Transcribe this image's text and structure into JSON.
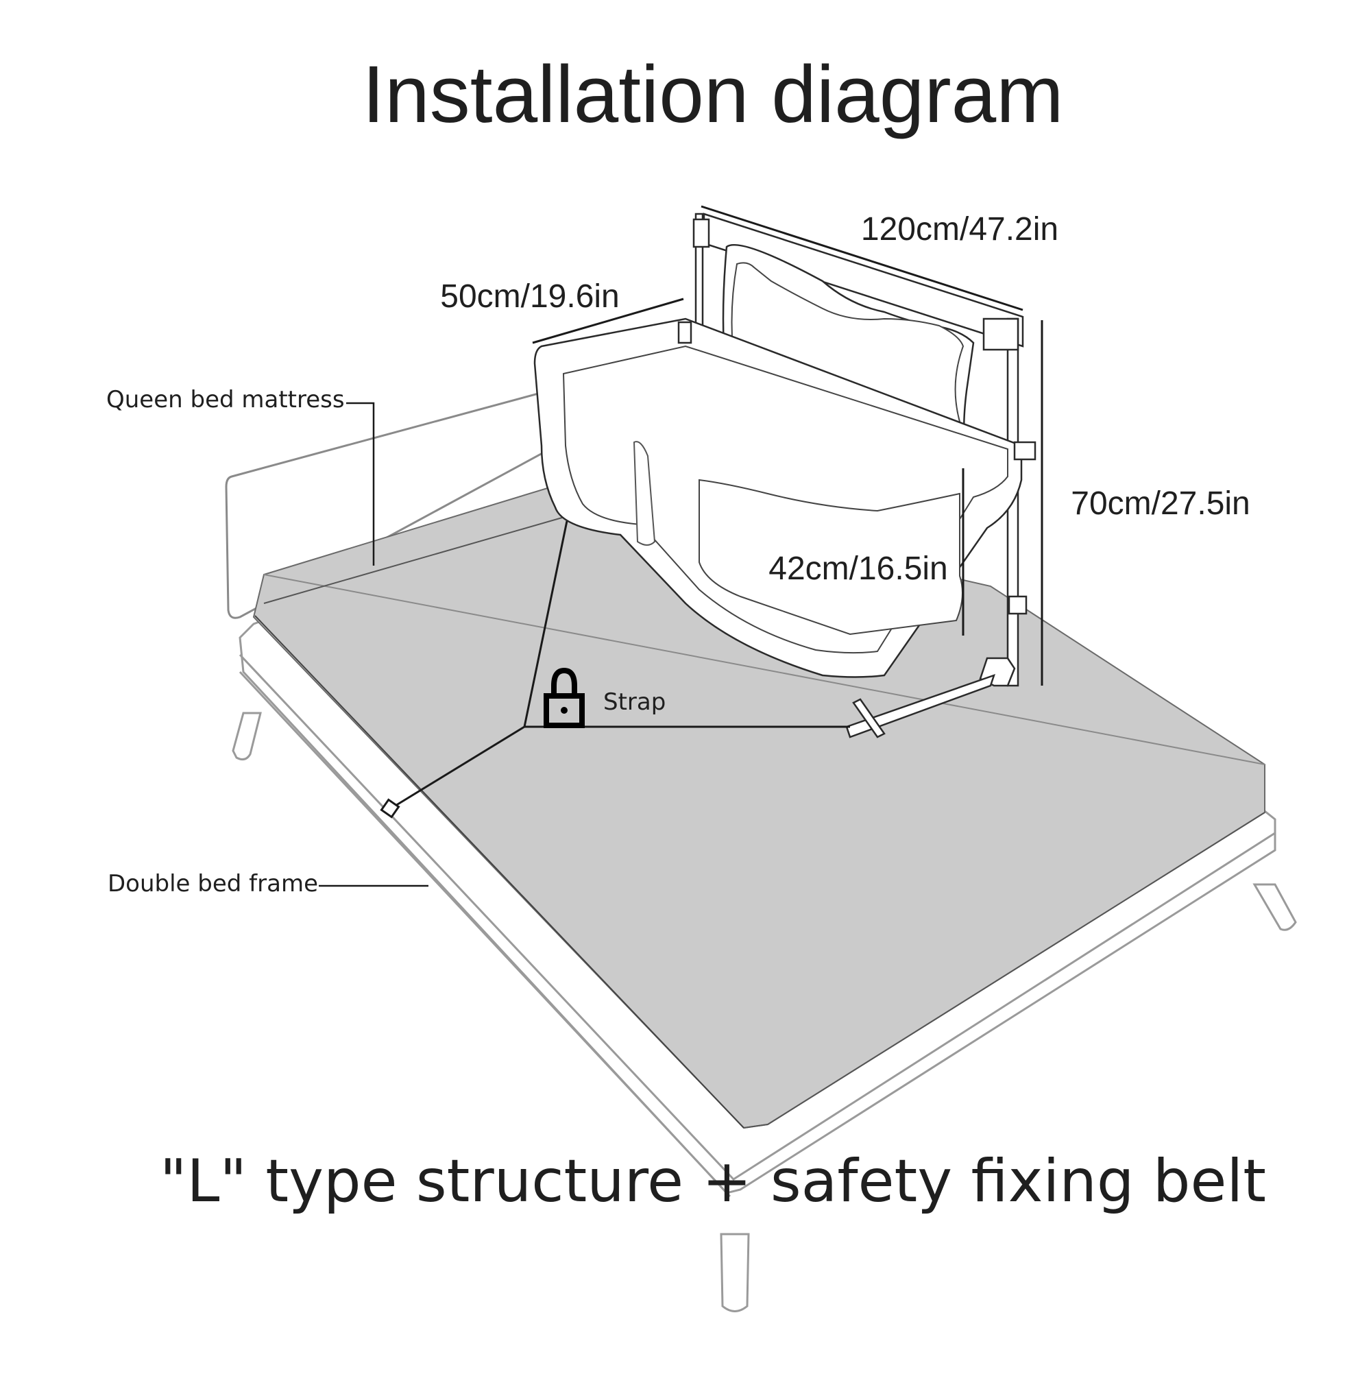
{
  "title": "Installation diagram",
  "dimensions": {
    "length": "120cm/47.2in",
    "width": "50cm/19.6in",
    "height": "70cm/27.5in",
    "inner_height": "42cm/16.5in"
  },
  "labels": {
    "mattress": "Queen bed mattress",
    "frame": "Double bed frame",
    "strap": "Strap"
  },
  "caption": "\"L\" type structure + safety fixing belt",
  "icons": [
    "padlock-icon"
  ],
  "colors": {
    "mattress_fill": "#cbcbcb",
    "line": "#1a1a1a",
    "frame_line": "#9a9a9a",
    "background": "#ffffff"
  }
}
